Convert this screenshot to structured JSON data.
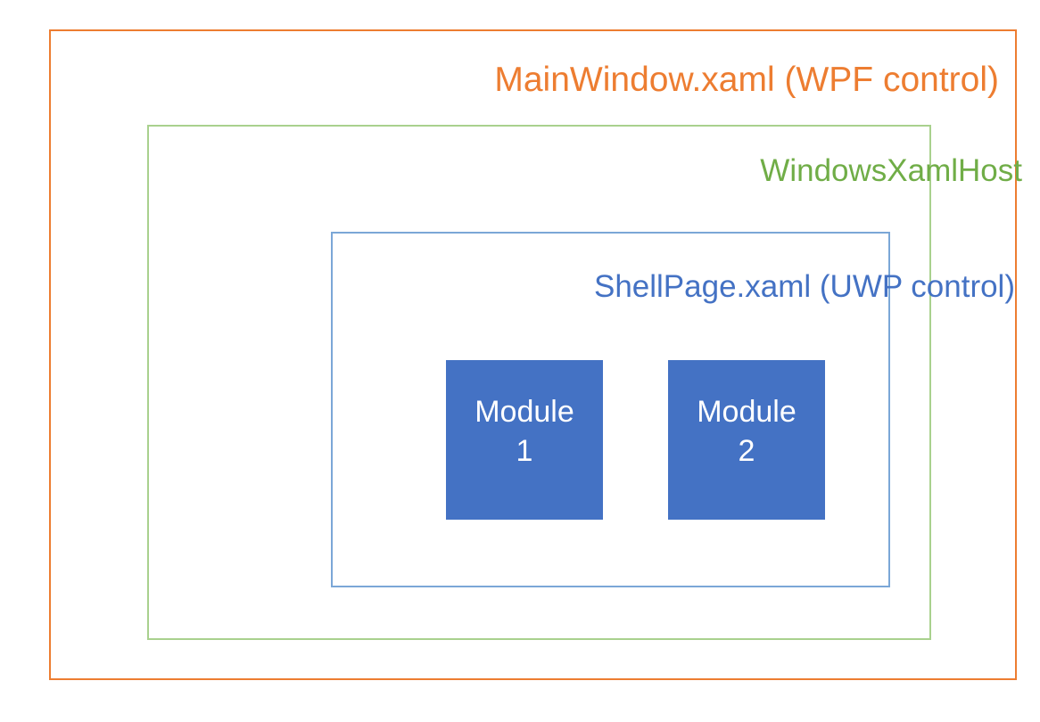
{
  "diagram": {
    "title": "WPF host with UWP XAML island architecture",
    "background_color": "#FFFFFF",
    "layers": [
      {
        "id": "mainwindow",
        "label": "MainWindow.xaml (WPF control)",
        "border_color": "#ED7D31",
        "text_color": "#ED7D31"
      },
      {
        "id": "windowsxamlhost",
        "label": "WindowsXamlHost",
        "border_color": "#A9D18E",
        "text_color": "#70AD47"
      },
      {
        "id": "shellpage",
        "label": "ShellPage.xaml (UWP control)",
        "border_color": "#7BA7D7",
        "text_color": "#4472C4"
      }
    ],
    "modules": [
      {
        "id": "module-1",
        "line1": "Module",
        "line2": "1",
        "fill_color": "#4472C4",
        "text_color": "#FFFFFF"
      },
      {
        "id": "module-2",
        "line1": "Module",
        "line2": "2",
        "fill_color": "#4472C4",
        "text_color": "#FFFFFF"
      }
    ]
  }
}
